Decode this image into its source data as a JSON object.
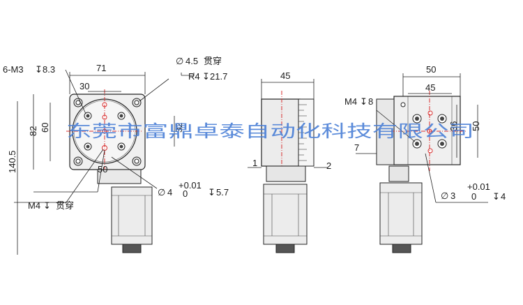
{
  "front_view": {
    "holes_label": "6-M3",
    "holes_depth": "8.3",
    "width_71": "71",
    "width_30": "30",
    "height_82": "82",
    "height_60": "60",
    "height_140_5": "140.5",
    "height_32": "32",
    "dim_50": "50",
    "through_hole_dia": "4.5",
    "through_text": "贯穿",
    "counterbore": "R4",
    "counterbore_depth": "21.7",
    "m4_label": "M4",
    "m4_through": "贯穿",
    "pin_dia": "4",
    "pin_tol_upper": "+0.01",
    "pin_tol_lower": "0",
    "pin_depth": "5.7"
  },
  "side_view": {
    "width_45": "45",
    "dim_1": "1",
    "dim_2": "2"
  },
  "right_view": {
    "width_50": "50",
    "width_45": "45",
    "m4_label": "M4",
    "m4_depth": "8",
    "dim_36": "36",
    "dim_50": "50",
    "dim_7": "7",
    "pin_dia": "3",
    "pin_tol_upper": "+0.01",
    "pin_tol_lower": "0",
    "pin_depth": "4"
  },
  "watermark": "东莞市富鼎卓泰自动化科技有限公司"
}
